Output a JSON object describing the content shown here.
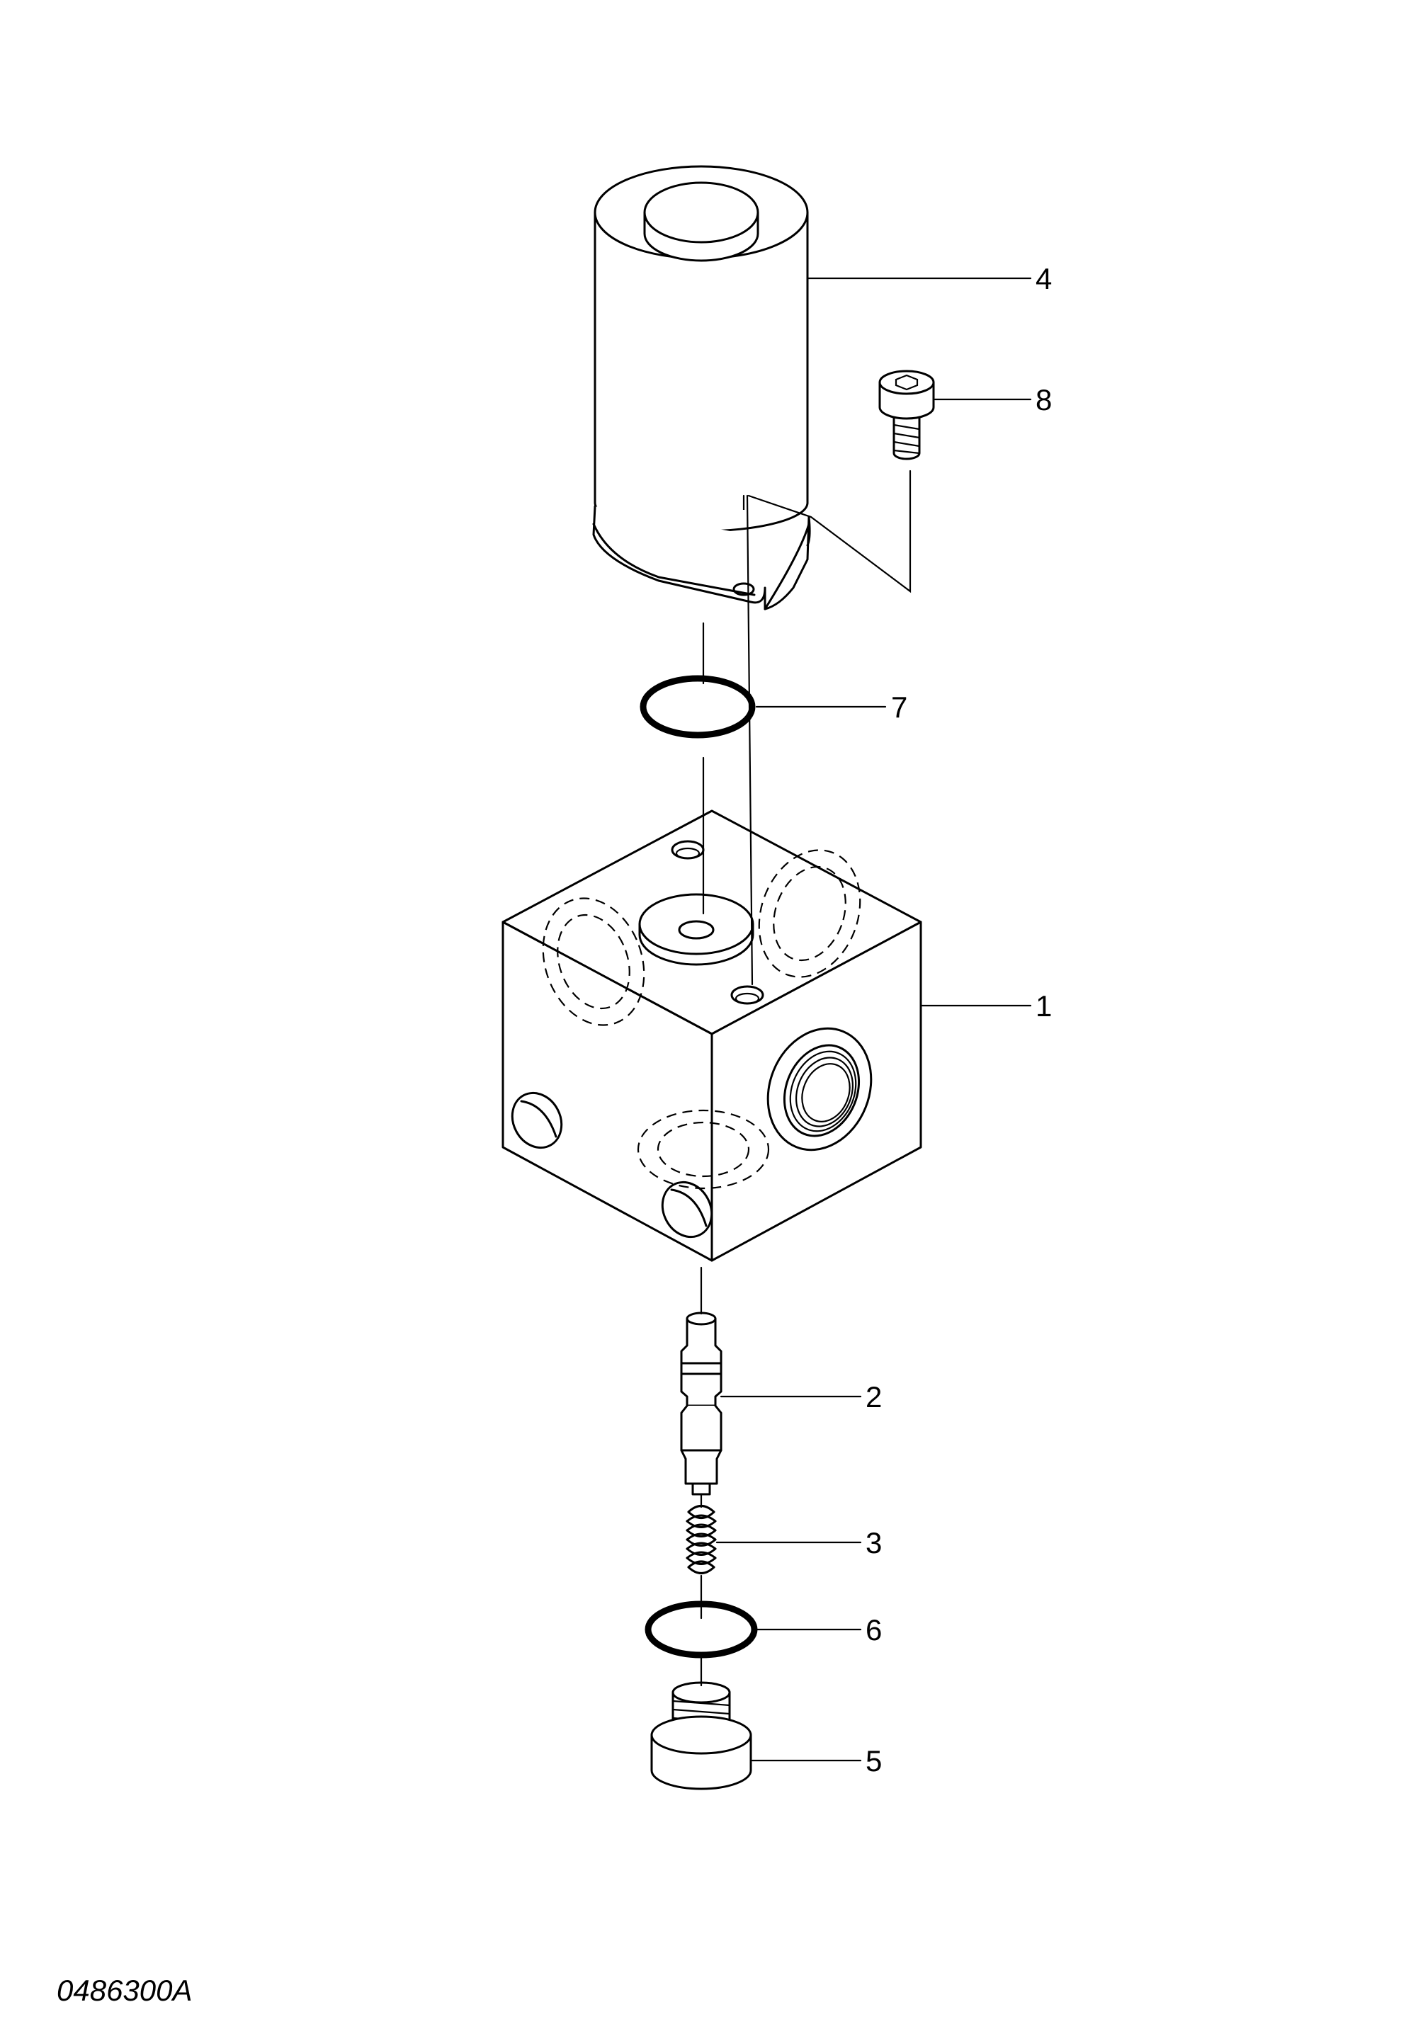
{
  "drawing": {
    "reference_code": "0486300A",
    "callouts": {
      "block": "1",
      "spool": "2",
      "spring": "3",
      "solenoid": "4",
      "plug": "5",
      "oring_lower": "6",
      "oring_upper": "7",
      "screw": "8"
    }
  },
  "colors": {
    "line": "#000000",
    "background": "#ffffff"
  }
}
